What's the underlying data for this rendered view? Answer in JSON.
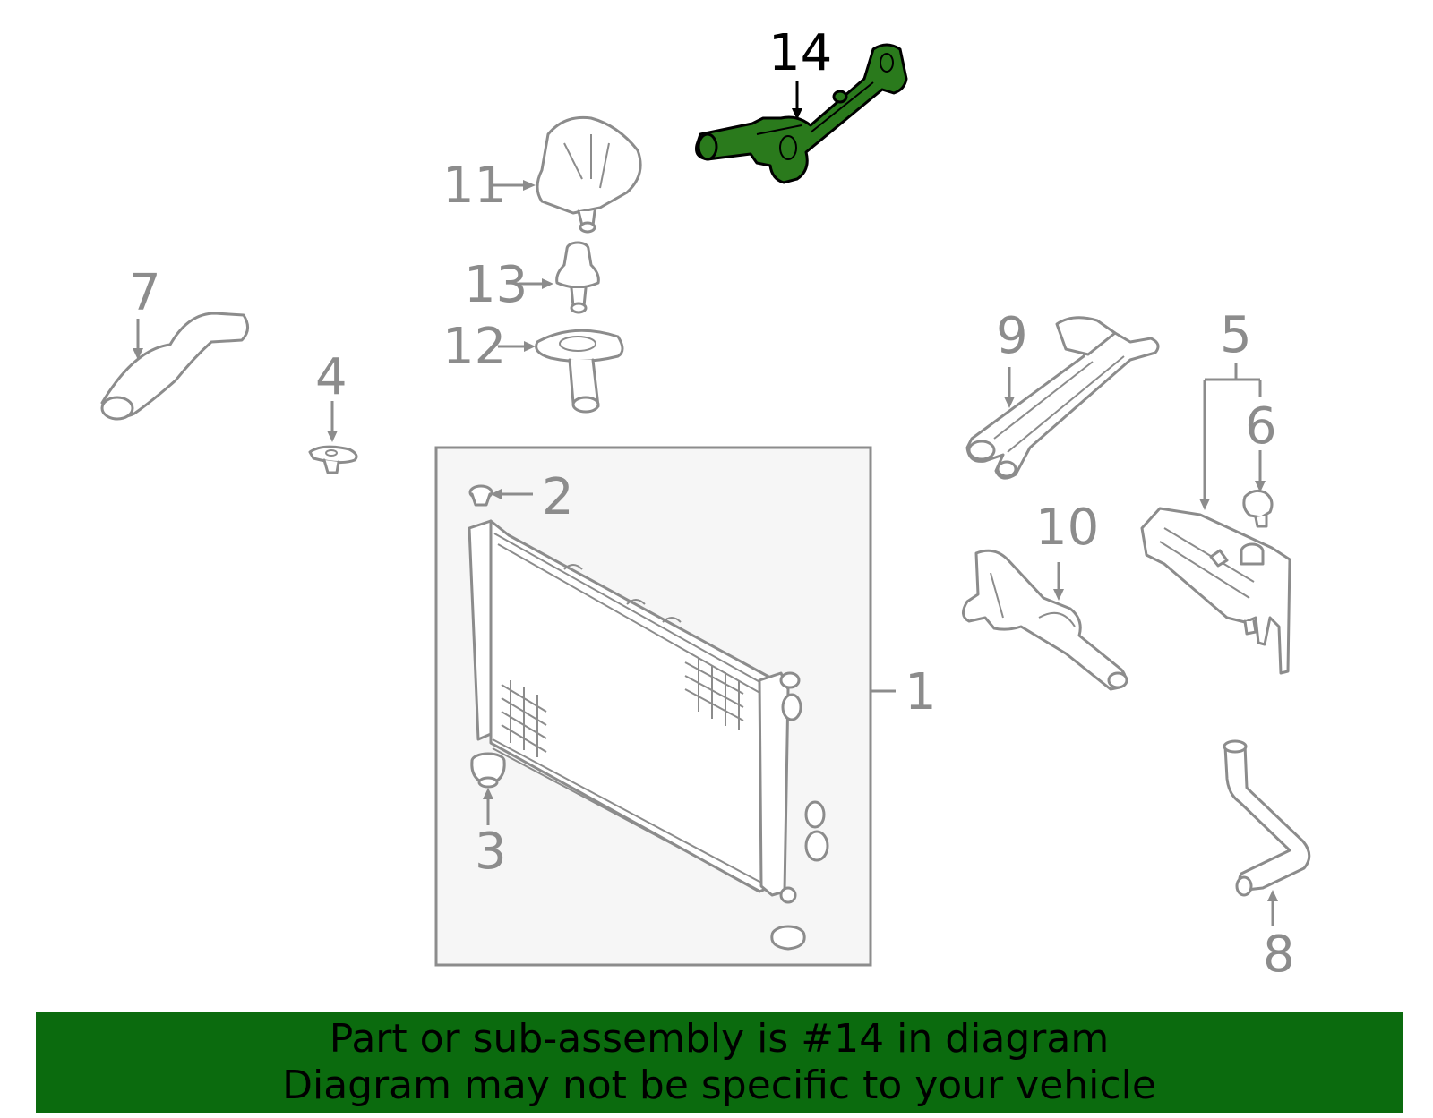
{
  "diagram": {
    "callouts": [
      {
        "id": "1",
        "label": "1"
      },
      {
        "id": "2",
        "label": "2"
      },
      {
        "id": "3",
        "label": "3"
      },
      {
        "id": "4",
        "label": "4"
      },
      {
        "id": "5",
        "label": "5"
      },
      {
        "id": "6",
        "label": "6"
      },
      {
        "id": "7",
        "label": "7"
      },
      {
        "id": "8",
        "label": "8"
      },
      {
        "id": "9",
        "label": "9"
      },
      {
        "id": "10",
        "label": "10"
      },
      {
        "id": "11",
        "label": "11"
      },
      {
        "id": "12",
        "label": "12"
      },
      {
        "id": "13",
        "label": "13"
      },
      {
        "id": "14",
        "label": "14"
      }
    ],
    "highlighted_part": "14",
    "colors": {
      "line_gray": "#8c8c8c",
      "highlight_fill": "#2a7a1c",
      "banner_bg": "#0b6b0e",
      "box_bg": "#f6f6f6"
    }
  },
  "banner": {
    "line1": "Part or sub-assembly is #14 in diagram",
    "line2": "Diagram may not be specific to your vehicle"
  }
}
